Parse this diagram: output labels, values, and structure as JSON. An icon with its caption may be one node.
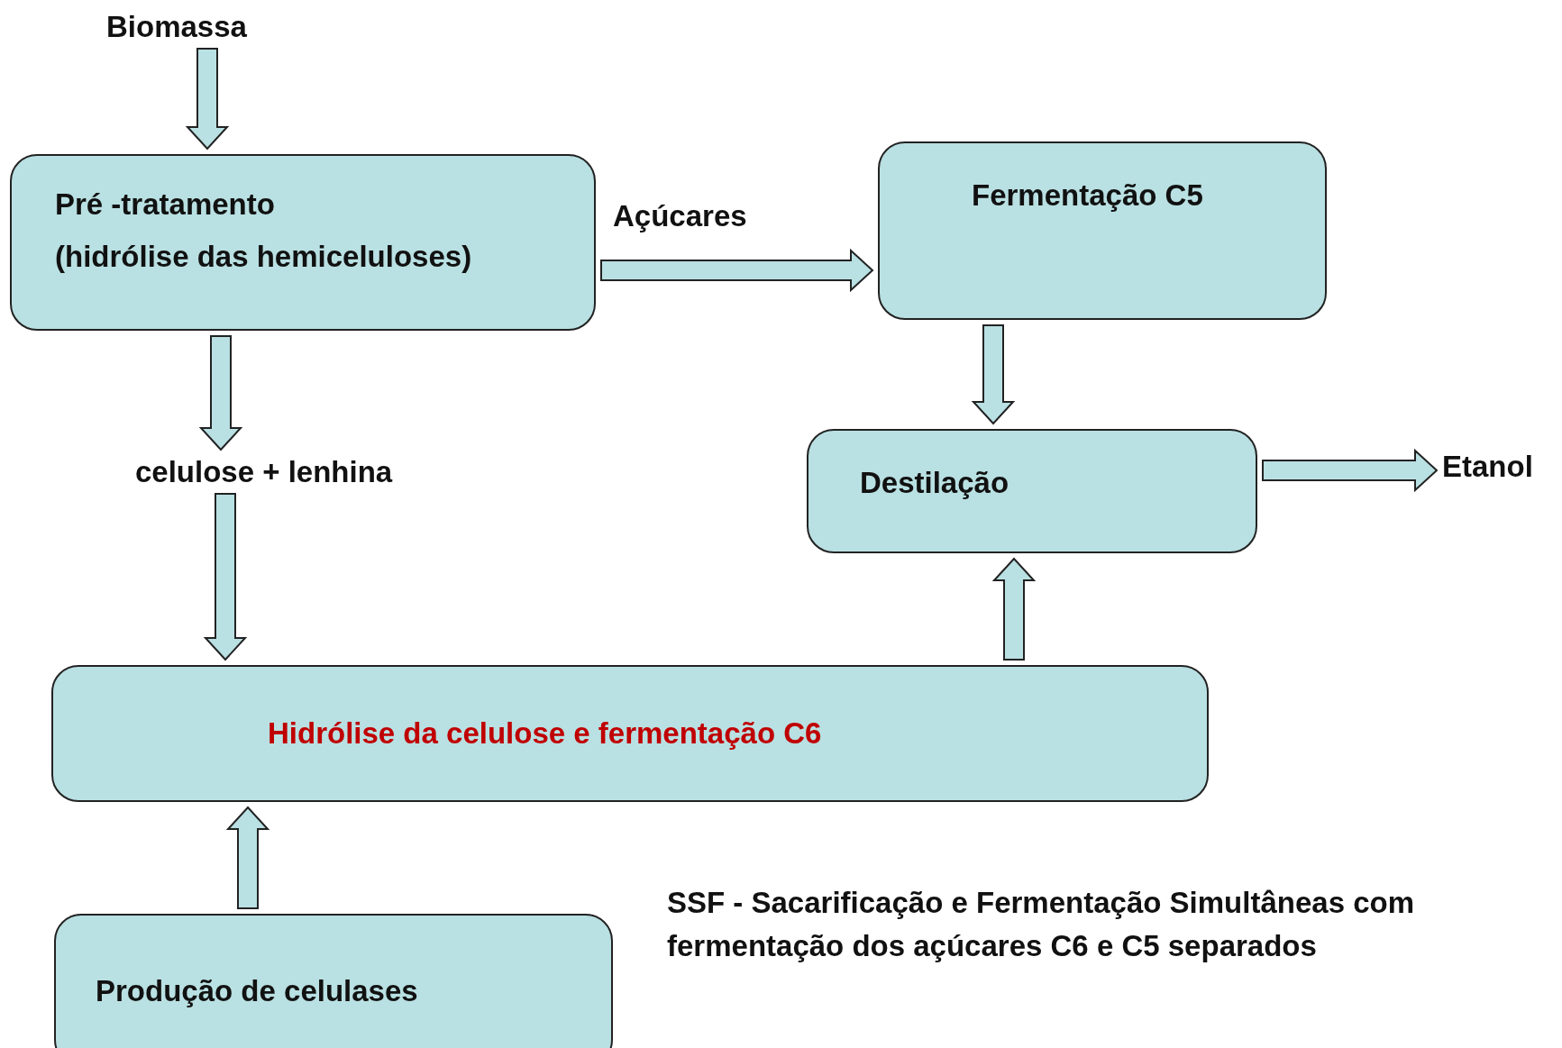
{
  "diagram": {
    "nodes": [
      {
        "text": [
          "Biomassa"
        ]
      },
      {
        "text": [
          "Pré -tratamento",
          "(hidrólise das hemiceluloses)"
        ]
      },
      {
        "text": [
          "Fermentação C5"
        ]
      },
      {
        "text": [
          "celulose + lenhina"
        ]
      },
      {
        "text": [
          "Destilação"
        ]
      },
      {
        "text": [
          "Etanol"
        ]
      },
      {
        "text": [
          "Hidrólise da celulose e fermentação C6"
        ]
      },
      {
        "text": [
          "Produção de celulases"
        ]
      }
    ],
    "edges": [
      {
        "from": 0,
        "to": 1,
        "arrow": "to"
      },
      {
        "from": 1,
        "to": 2,
        "arrow": "to",
        "label": "Açúcares"
      },
      {
        "from": 1,
        "to": 3,
        "arrow": "to"
      },
      {
        "from": 3,
        "to": 6,
        "arrow": "to"
      },
      {
        "from": 2,
        "to": 4,
        "arrow": "to"
      },
      {
        "from": 4,
        "to": 5,
        "arrow": "to"
      },
      {
        "from": 6,
        "to": 4,
        "arrow": "to"
      },
      {
        "from": 7,
        "to": 6,
        "arrow": "to"
      }
    ],
    "labels": [
      "SSF - Sacarificação e Fermentação Simultâneas com fermentação dos açúcares C6 e C5 separados"
    ]
  }
}
